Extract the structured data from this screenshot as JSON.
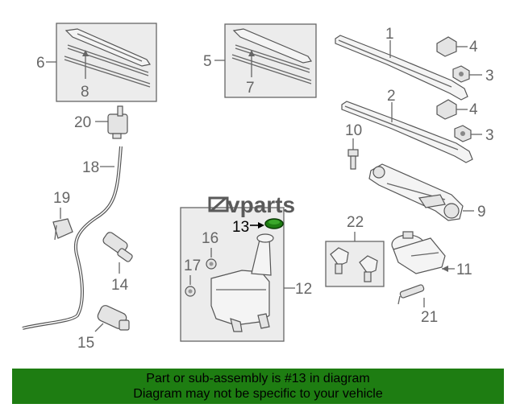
{
  "logo": {
    "text": "vparts"
  },
  "callouts": {
    "c1": "1",
    "c2": "2",
    "c3a": "3",
    "c3b": "3",
    "c4a": "4",
    "c4b": "4",
    "c5": "5",
    "c6": "6",
    "c7": "7",
    "c8": "8",
    "c9": "9",
    "c10": "10",
    "c11": "11",
    "c12": "12",
    "c13": "13",
    "c14": "14",
    "c15": "15",
    "c16": "16",
    "c17": "17",
    "c18": "18",
    "c19": "19",
    "c20": "20",
    "c21": "21",
    "c22": "22"
  },
  "highlight_color": "#1e7d12",
  "banner": {
    "line1": "Part or sub-assembly is #13 in diagram",
    "line2": "Diagram may not be specific to your vehicle"
  }
}
